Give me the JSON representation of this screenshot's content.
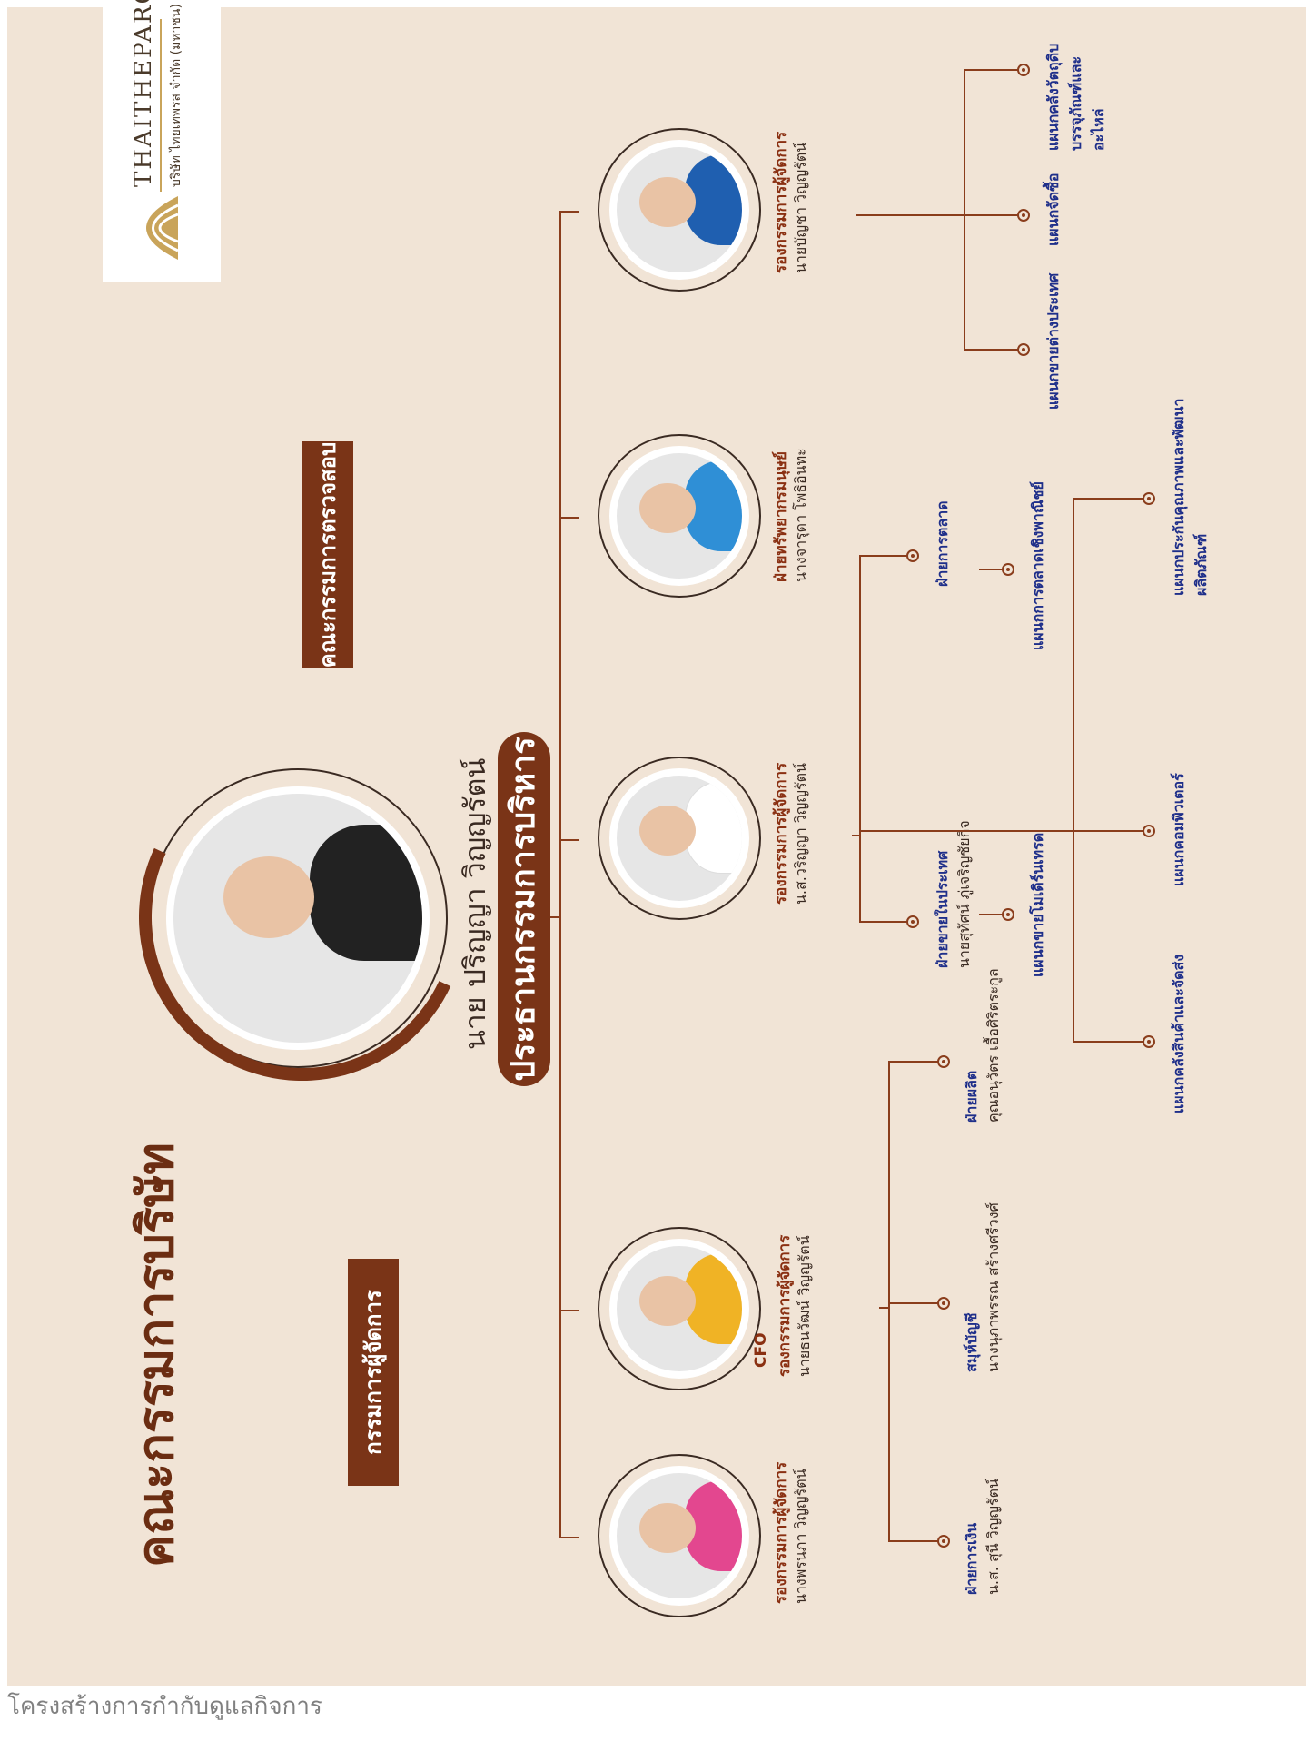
{
  "footer": "โครงสร้างการกำกับดูแลกิจการ",
  "title": "คณะกรรมการบริษัท",
  "logo": {
    "brand": "THAITHEPAROS",
    "company": "บริษัท ไทยเทพรส จำกัด (มหาชน)"
  },
  "boxes": {
    "audit": "คณะกรรมการตรวจสอบ",
    "md": "กรรมการผู้จัดการ"
  },
  "chairman": {
    "name": "นาย  ปริญญา  วิญญรัตน์",
    "role": "ประธานกรรมการบริหาร"
  },
  "executives": [
    {
      "role": "รองกรรมการผู้จัดการ",
      "name": "นางพรนภา  วิญญรัตน์",
      "shirt": "#e3478f"
    },
    {
      "role_prefix": "CFO",
      "role": "รองกรรมการผู้จัดการ",
      "name": "นายธนวัฒน์  วิญญรัตน์",
      "shirt": "#f0b325"
    },
    {
      "role": "รองกรรมการผู้จัดการ",
      "name": "น.ส.วริญญา  วิญญรัตน์",
      "shirt": "#ffffff"
    },
    {
      "role": "ฝ่ายทรัพยากรมนุษย์",
      "name": "นางจารุดา  โพธิอินทะ",
      "shirt": "#2f8fd6"
    },
    {
      "role": "รองกรรมการผู้จัดการ",
      "name": "นายบัญชา  วิญญรัตน์",
      "shirt": "#1f5fb0"
    }
  ],
  "finance_depts": [
    {
      "dept": "ฝ่ายการเงิน",
      "name": "น.ส. สุนี  วิญญรัตน์"
    },
    {
      "dept": "สมุห์บัญชี",
      "name": "นางนุภาพรรณ  สร้างศรีวงศ์"
    },
    {
      "dept": "ฝ่ายผลิต",
      "name": "คุณอนุวัตร  เอื้อศิริตระกูล"
    }
  ],
  "sales_depts": [
    {
      "dept": "ฝ่ายขายในประเทศ",
      "name": "นายสุทัศน์  ภู่เจริญชัยกิจ"
    },
    {
      "dept": "ฝ่ายการตลาด",
      "name": ""
    }
  ],
  "sales_sub": {
    "modern_trade": "แผนกขายโมเดิร์นเทรด",
    "trade_marketing": "แผนกการตลาดเชิงพาณิชย์",
    "warehouse": "แผนกคลังสินค้าและจัดส่ง",
    "computer": "แผนกคอมพิวเตอร์",
    "qa": "แผนกประกันคุณภาพและพัฒนาผลิตภัณฑ์"
  },
  "purchase_depts": [
    "แผนกขายต่างประเทศ",
    "แผนกจัดซื้อ",
    "แผนกคลังวัตถุดิบบรรจุภัณฑ์และอะไหล่"
  ],
  "colors": {
    "brown": "#7a3417",
    "background": "#f1e4d6",
    "dept_blue": "#1f2f8a"
  }
}
